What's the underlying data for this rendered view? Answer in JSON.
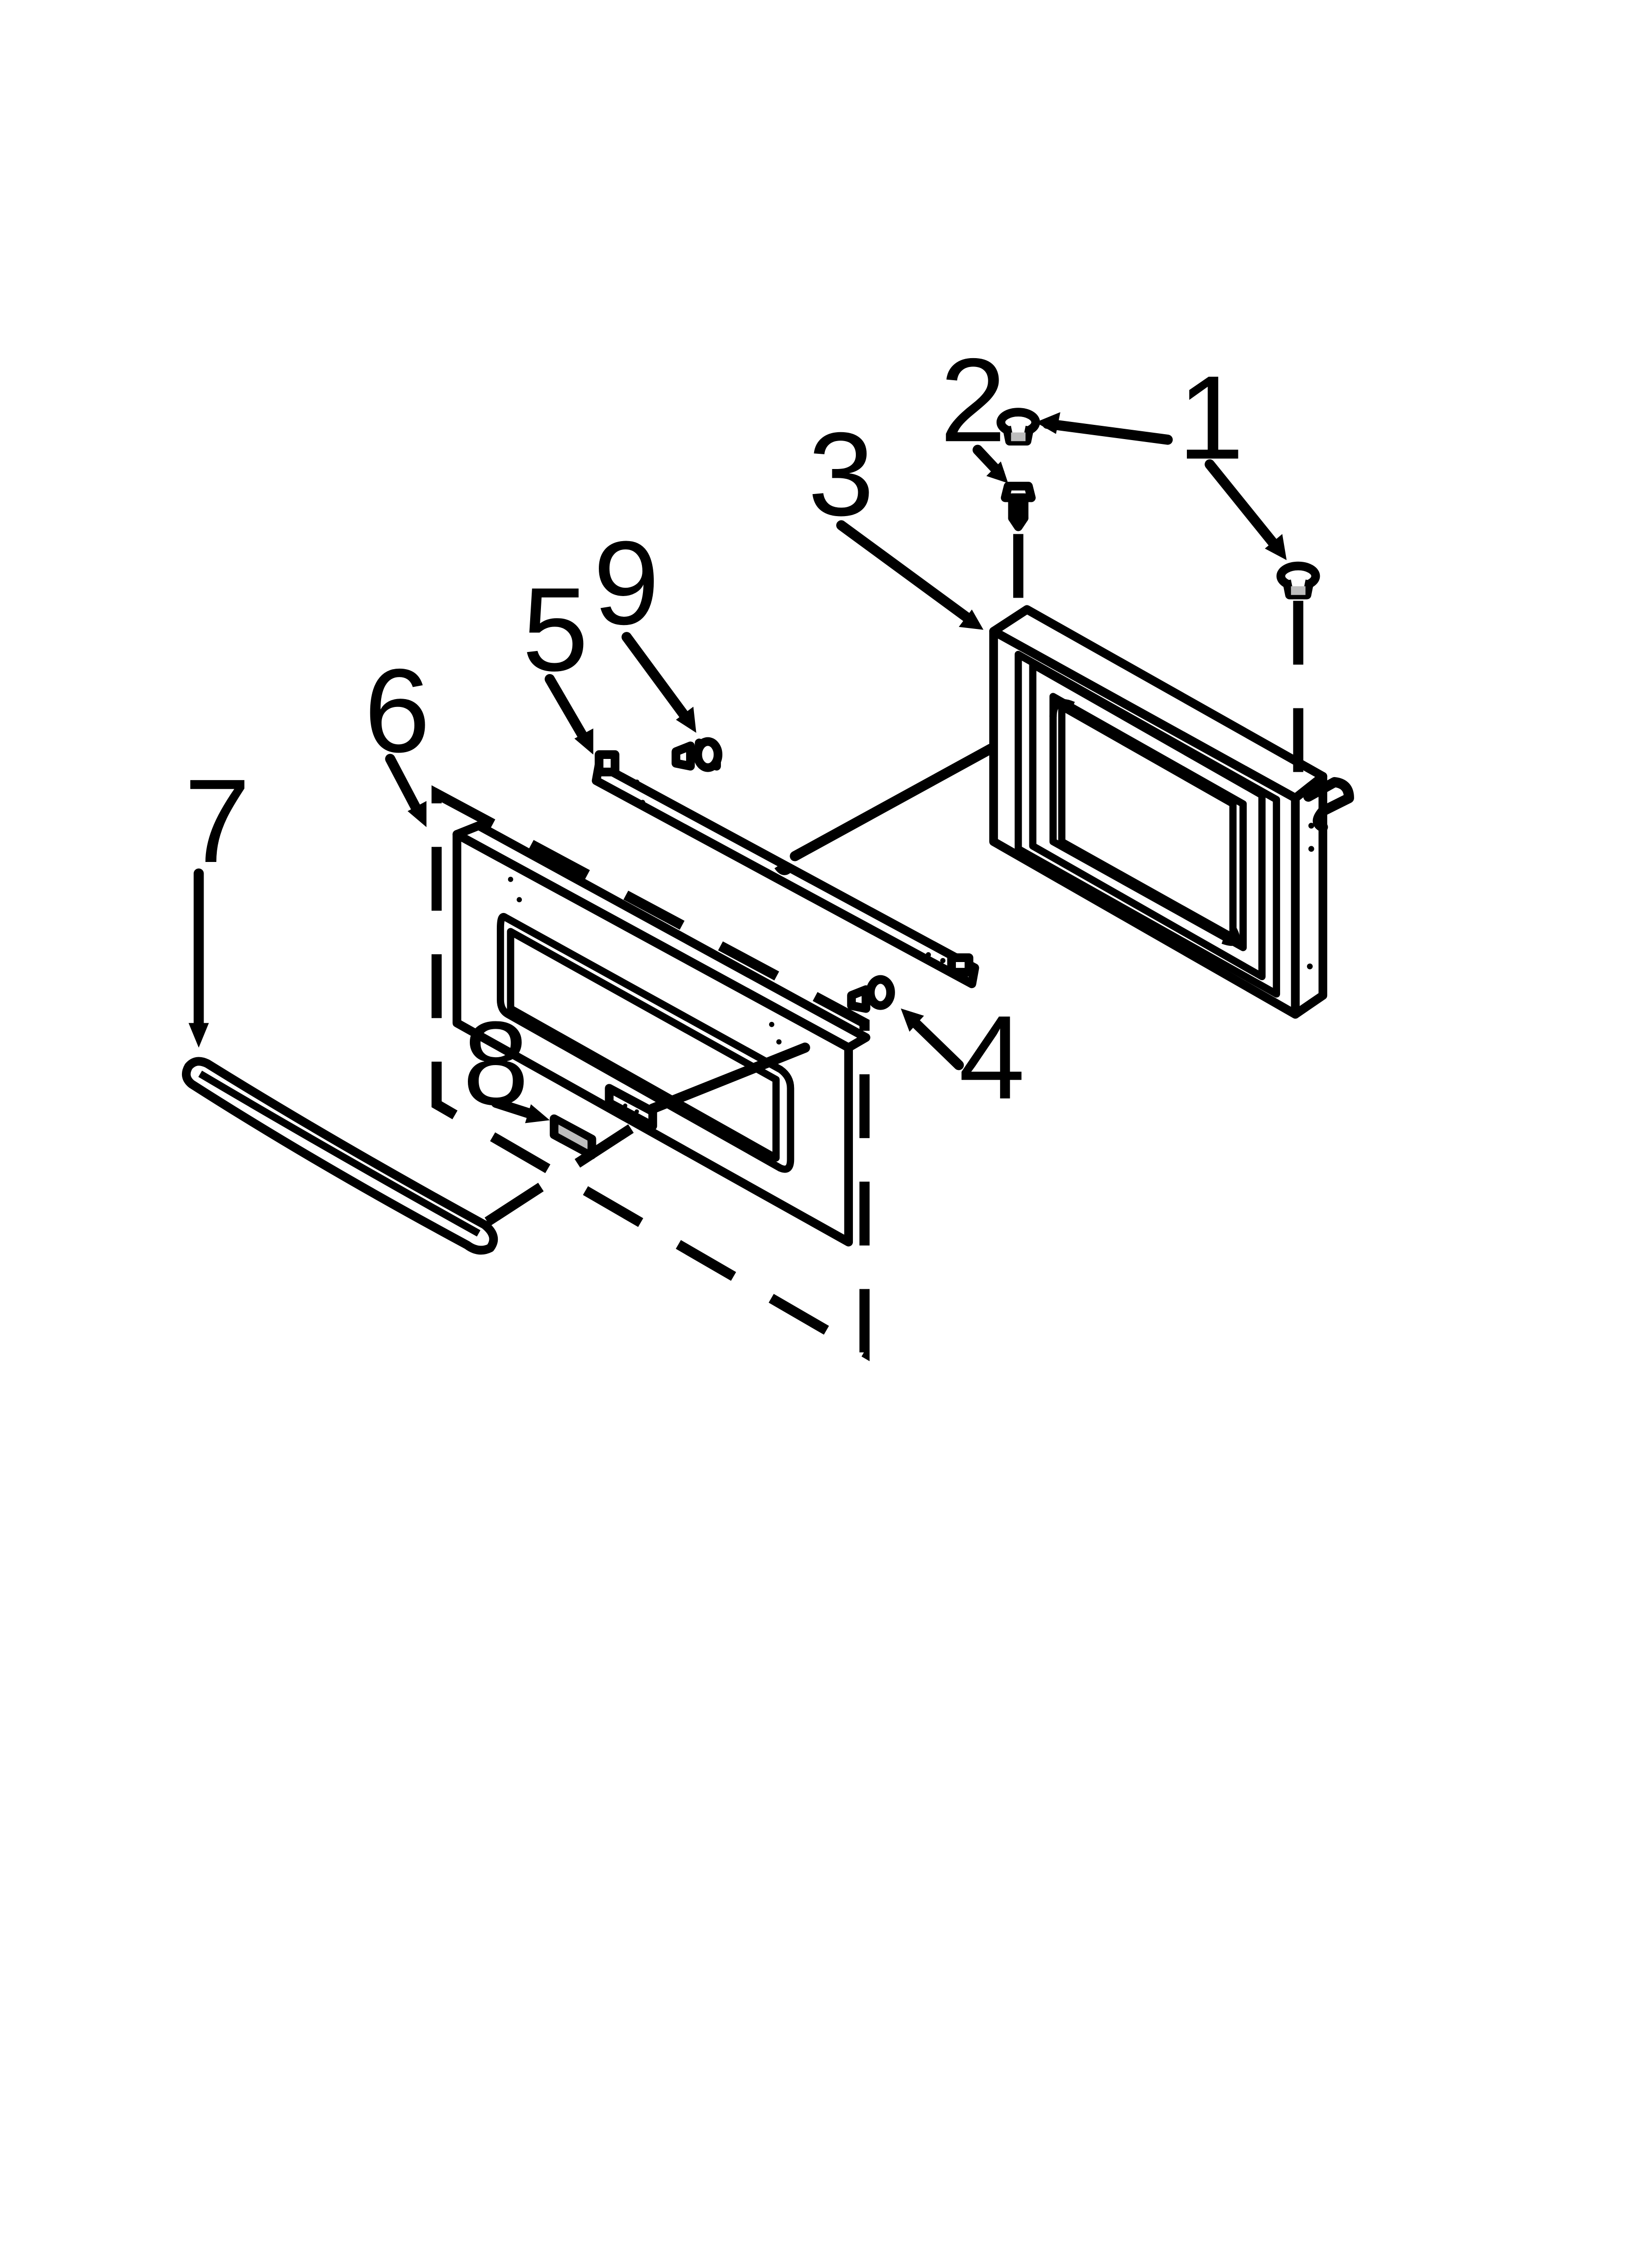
{
  "callouts": [
    {
      "id": "1",
      "label": "1"
    },
    {
      "id": "2",
      "label": "2"
    },
    {
      "id": "3",
      "label": "3"
    },
    {
      "id": "4",
      "label": "4"
    },
    {
      "id": "5",
      "label": "5"
    },
    {
      "id": "6",
      "label": "6"
    },
    {
      "id": "7",
      "label": "7"
    },
    {
      "id": "8",
      "label": "8"
    },
    {
      "id": "9",
      "label": "9"
    }
  ],
  "colors": {
    "line": "#000000",
    "background": "#ffffff",
    "shade": "#bdbdbd"
  }
}
